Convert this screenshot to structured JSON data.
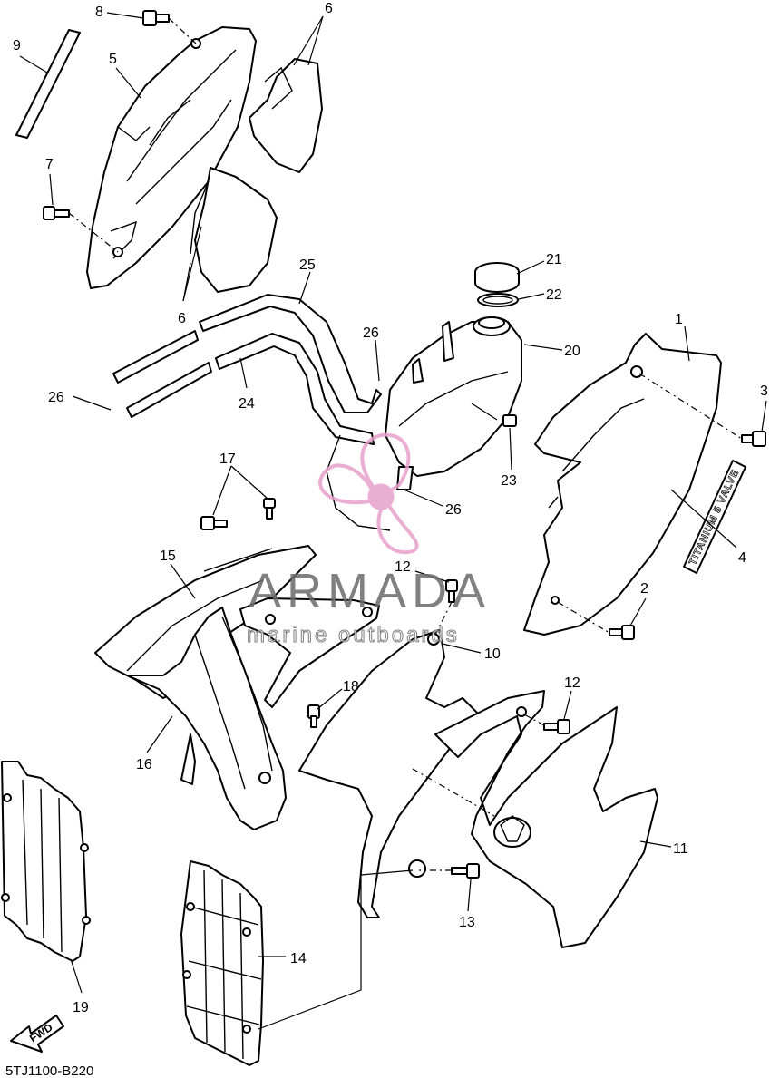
{
  "diagram": {
    "drawing_code": "5TJ1100-B220",
    "fwd_label": "FWD",
    "decal_text": "TITANIUM 5 VALVE",
    "callouts": [
      "1",
      "2",
      "3",
      "4",
      "5",
      "6",
      "7",
      "8",
      "9",
      "10",
      "11",
      "12",
      "13",
      "14",
      "15",
      "16",
      "17",
      "18",
      "19",
      "20",
      "21",
      "22",
      "23",
      "24",
      "25",
      "26"
    ]
  },
  "watermark": {
    "brand": "ARMADA",
    "tagline": "marine outboards",
    "color": "#e8a0cc"
  }
}
